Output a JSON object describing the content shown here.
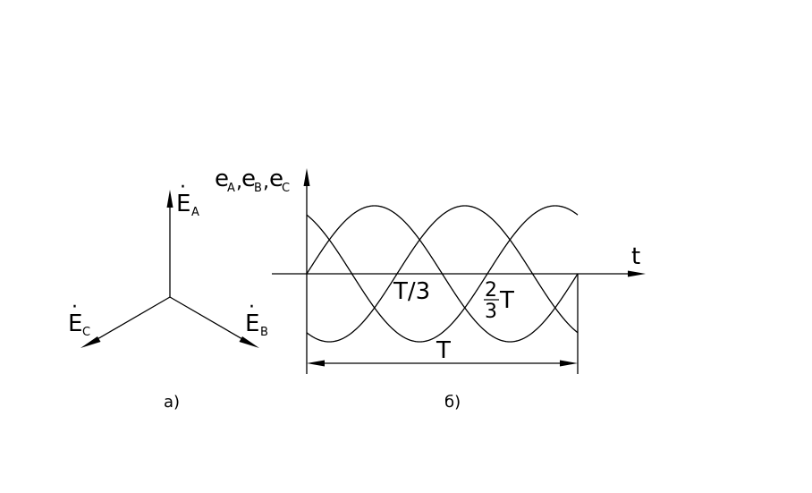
{
  "phasor_diagram": {
    "labels": {
      "ea": {
        "main": "E",
        "dot": "·",
        "sub": "A"
      },
      "eb": {
        "main": "E",
        "dot": "·",
        "sub": "B"
      },
      "ec": {
        "main": "E",
        "dot": "·",
        "sub": "C"
      }
    },
    "caption": "a)"
  },
  "waveform_diagram": {
    "y_axis_label": {
      "e": "e",
      "a": "A",
      "b": "B",
      "c": "C",
      "sep": ","
    },
    "x_axis_label": "t",
    "marker_third": "T/3",
    "marker_two_thirds": {
      "num": "2",
      "den": "3",
      "suffix": "T"
    },
    "period_label": "T",
    "caption": "б)"
  }
}
